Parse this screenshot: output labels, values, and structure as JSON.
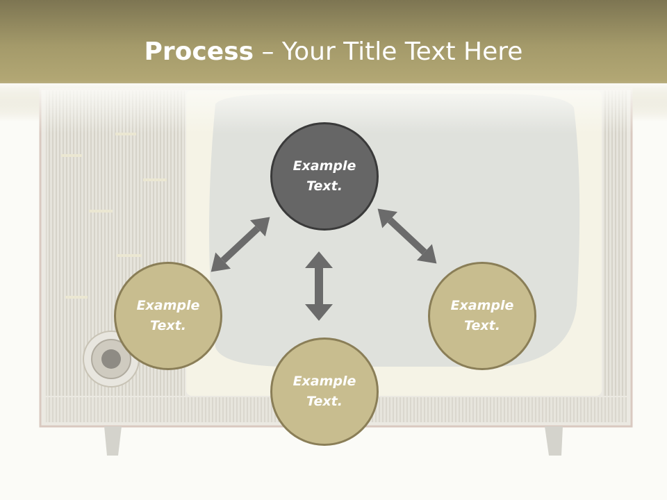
{
  "title": {
    "bold": "Process",
    "rest": " – Your Title Text Here"
  },
  "nodes": {
    "top": "Example Text.",
    "left": "Example Text.",
    "right": "Example Text.",
    "bottom": "Example Text."
  },
  "colors": {
    "header": "#a49a6a",
    "dark_node": "#666666",
    "tan_node": "#c8bd8f",
    "arrow": "#6b6b6b"
  }
}
